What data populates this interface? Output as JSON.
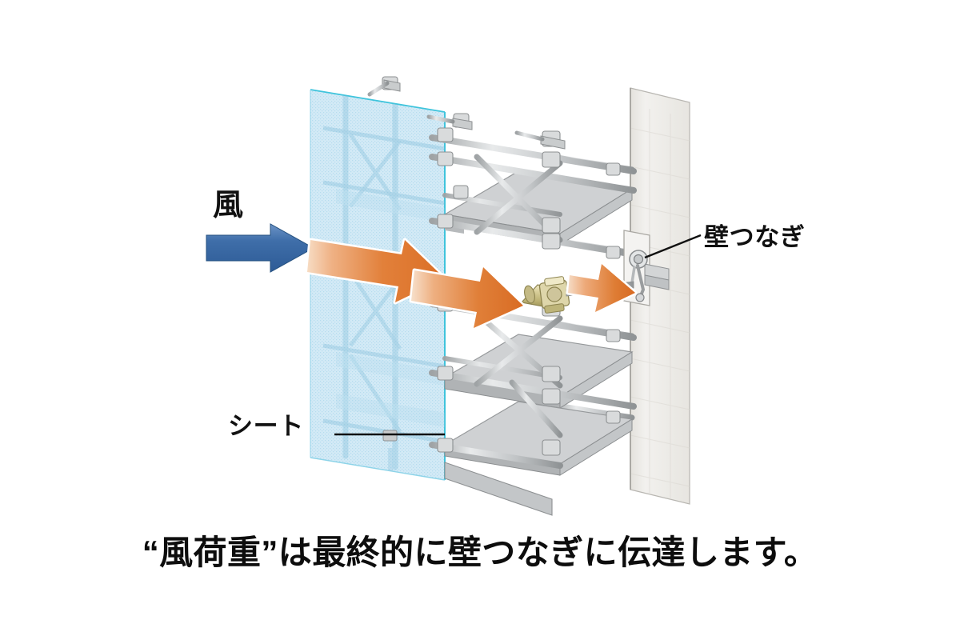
{
  "figure": {
    "type": "technical-illustration",
    "subject": "scaffolding wind load transfer diagram",
    "background_color": "#ffffff"
  },
  "labels": {
    "wind": "風",
    "wall_tie": "壁つなぎ",
    "sheet": "シート"
  },
  "caption": {
    "text": "“風荷重”は最終的に壁つなぎに伝達します。"
  },
  "arrows": {
    "wind_arrow": {
      "name": "wind-direction-arrow",
      "color_light": "#5b86bd",
      "color_dark": "#2f5f9b",
      "direction": "right"
    },
    "load_arrows": {
      "name": "load-transfer-arrows",
      "count": 3,
      "color_light": "#f0b383",
      "color_dark": "#dd7329",
      "outline": "#ffffff",
      "direction": "right-down"
    }
  },
  "scene": {
    "mesh_sheet": {
      "name": "protective-mesh-sheet",
      "color": "#cfe7f4",
      "edge_color": "#35c0da"
    },
    "scaffold": {
      "name": "scaffold-frame",
      "tube_color": "#b9bcbd",
      "tube_dark": "#8e9294",
      "platform_color": "#c6c8ca",
      "coupler_color": "#d4d6d7"
    },
    "wall": {
      "name": "building-wall",
      "color": "#eceae6",
      "brick_line": "#dedbd5"
    },
    "wall_tie_part": {
      "name": "wall-tie-connector",
      "body_color": "#cfc79a",
      "highlight": "#efe9c8"
    }
  }
}
